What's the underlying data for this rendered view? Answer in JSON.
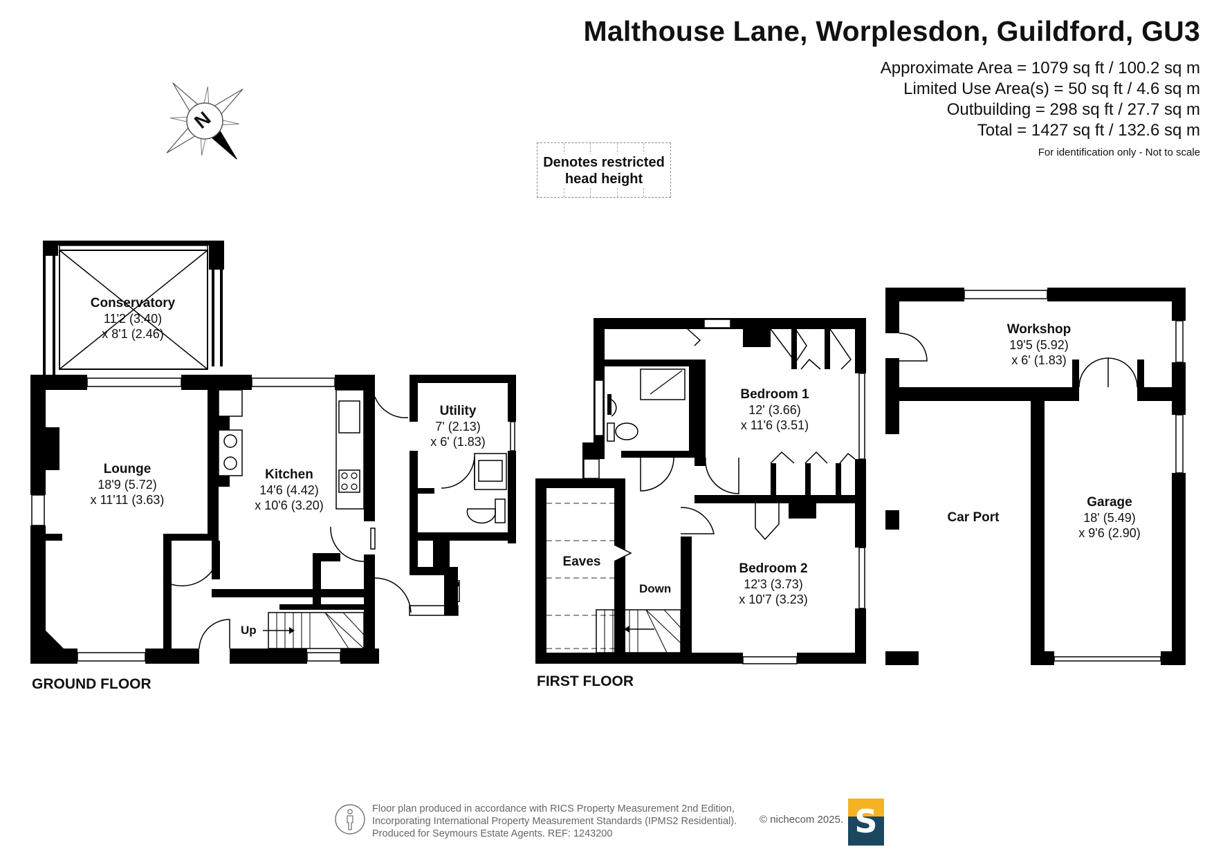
{
  "header": {
    "title": "Malthouse Lane, Worplesdon, Guildford, GU3",
    "areas": [
      "Approximate Area = 1079 sq ft / 100.2 sq m",
      "Limited Use Area(s) = 50 sq ft / 4.6 sq m",
      "Outbuilding = 298 sq ft / 27.7 sq m",
      "Total = 1427 sq ft / 132.6 sq m"
    ],
    "disclaimer": "For identification only - Not to scale"
  },
  "compass": {
    "letter": "N"
  },
  "legend": {
    "line1": "Denotes restricted",
    "line2": "head height"
  },
  "floors": {
    "ground": "GROUND FLOOR",
    "first": "FIRST FLOOR"
  },
  "rooms": {
    "conservatory": {
      "name": "Conservatory",
      "dim1": "11'2 (3.40)",
      "dim2": "x 8'1 (2.46)"
    },
    "lounge": {
      "name": "Lounge",
      "dim1": "18'9 (5.72)",
      "dim2": "x 11'11 (3.63)"
    },
    "kitchen": {
      "name": "Kitchen",
      "dim1": "14'6 (4.42)",
      "dim2": "x 10'6 (3.20)"
    },
    "utility": {
      "name": "Utility",
      "dim1": "7' (2.13)",
      "dim2": "x 6' (1.83)"
    },
    "bedroom1": {
      "name": "Bedroom 1",
      "dim1": "12' (3.66)",
      "dim2": "x 11'6 (3.51)"
    },
    "bedroom2": {
      "name": "Bedroom 2",
      "dim1": "12'3 (3.73)",
      "dim2": "x 10'7 (3.23)"
    },
    "workshop": {
      "name": "Workshop",
      "dim1": "19'5 (5.92)",
      "dim2": "x 6' (1.83)"
    },
    "garage": {
      "name": "Garage",
      "dim1": "18' (5.49)",
      "dim2": "x 9'6 (2.90)"
    }
  },
  "labels": {
    "eaves": "Eaves",
    "carport": "Car Port",
    "up": "Up",
    "down": "Down"
  },
  "footer": {
    "line1": "Floor plan produced in accordance with RICS Property Measurement 2nd Edition,",
    "line2": "Incorporating International Property Measurement Standards (IPMS2 Residential).",
    "line3": "Produced for Seymours Estate Agents.   REF: 1243200",
    "brand": "© nichecom 2025.",
    "logo_letter": "S"
  },
  "colors": {
    "wall": "#000000",
    "logo_top": "#f5b323",
    "logo_bottom": "#1c4760"
  }
}
